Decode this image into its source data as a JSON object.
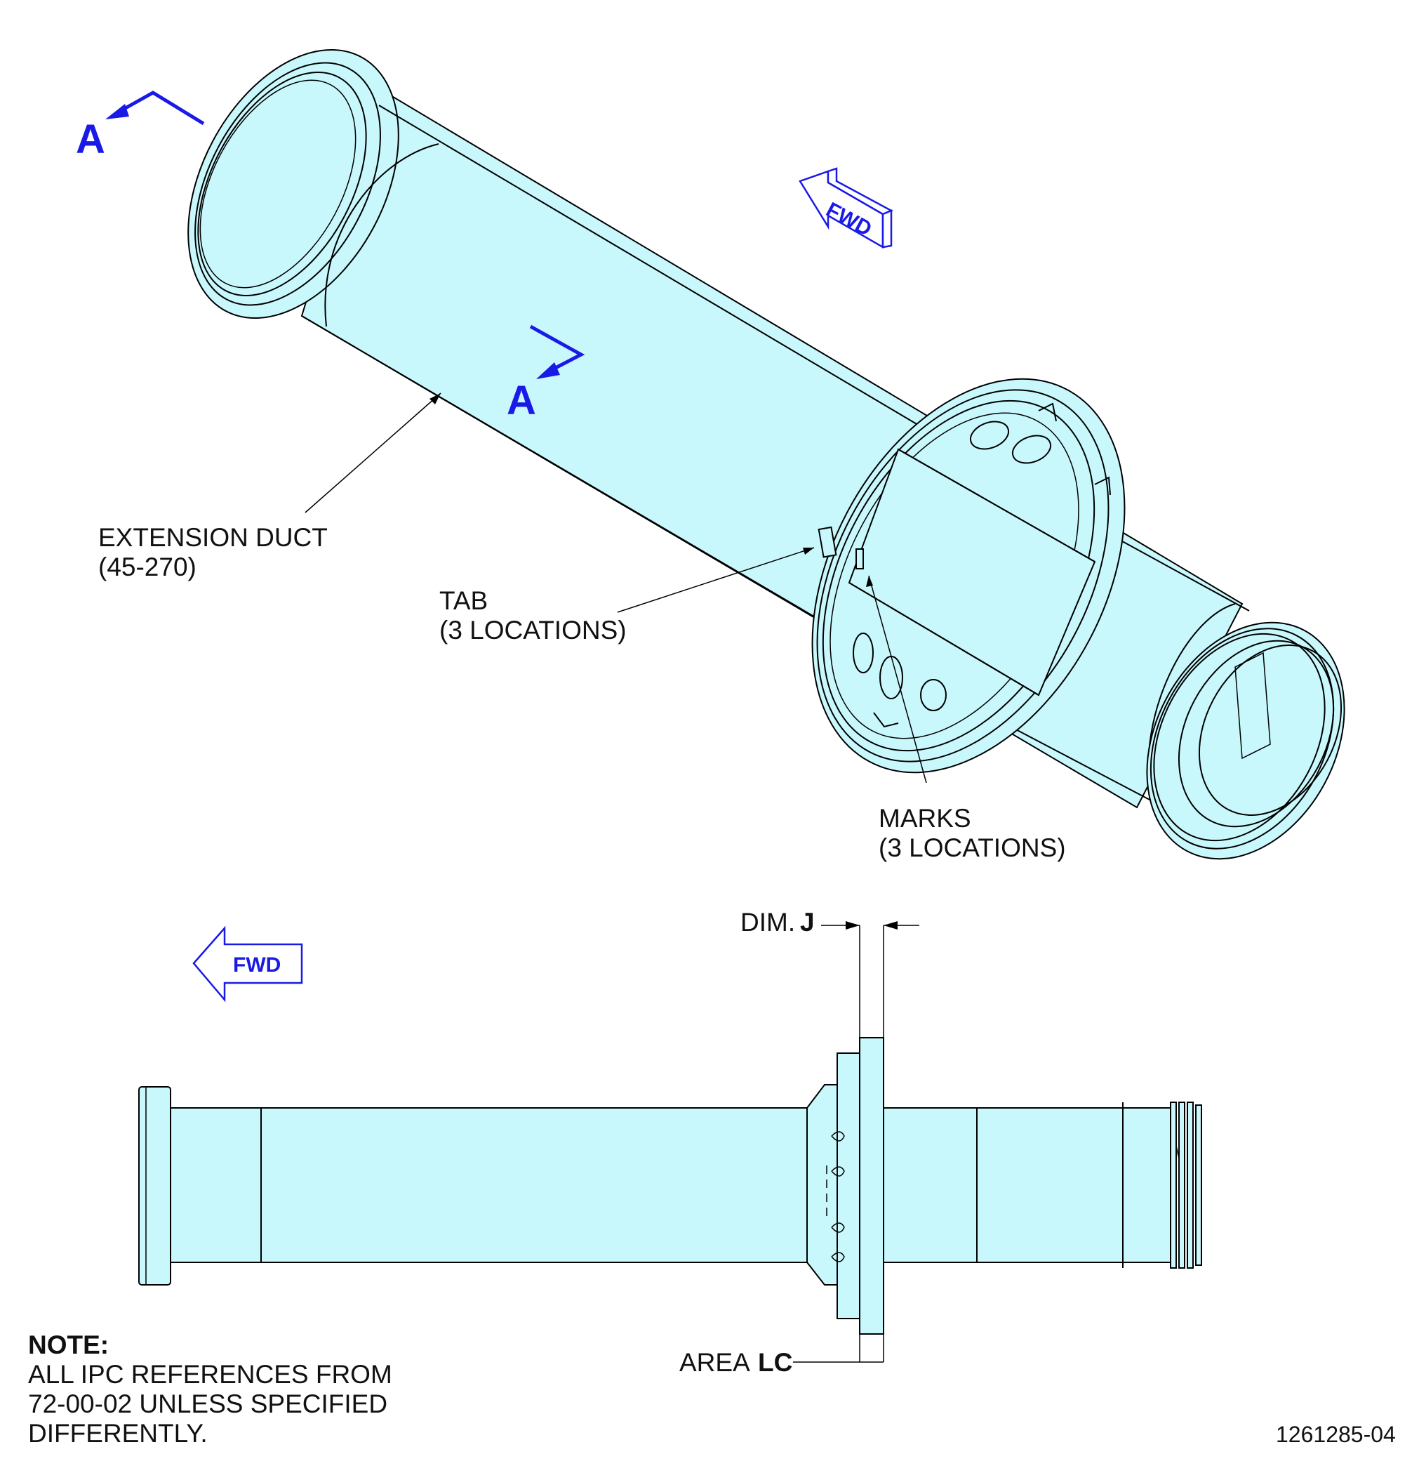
{
  "labels": {
    "section_letter_1": "A",
    "section_letter_2": "A",
    "fwd_iso": "FWD",
    "fwd_side": "FWD",
    "extension_duct_line1": "EXTENSION DUCT",
    "extension_duct_line2": "(45-270)",
    "tab_line1": "TAB",
    "tab_line2": "(3 LOCATIONS)",
    "marks_line1": "MARKS",
    "marks_line2": "(3 LOCATIONS)",
    "dim_prefix": "DIM.",
    "dim_letter": "J",
    "area_prefix": "AREA",
    "area_letter": "LC"
  },
  "note": {
    "heading": "NOTE:",
    "line1": "ALL IPC REFERENCES FROM",
    "line2": "72-00-02 UNLESS SPECIFIED",
    "line3": "DIFFERENTLY."
  },
  "figure_number": "1261285-04",
  "colors": {
    "part_fill": "#c8f7fc",
    "section_blue": "#1a1ae6",
    "line": "#000000"
  }
}
